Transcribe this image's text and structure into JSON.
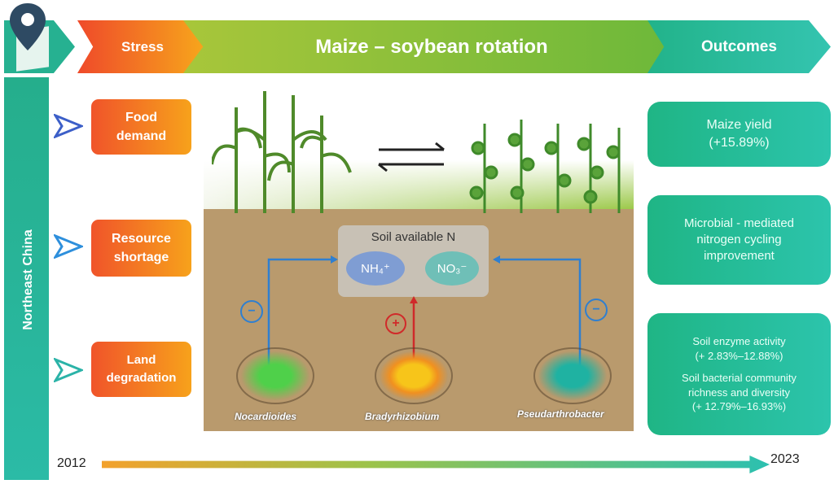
{
  "header": {
    "stress": "Stress",
    "rotation": "Maize – soybean rotation",
    "outcomes": "Outcomes"
  },
  "region": "Northeast China",
  "stressors": [
    {
      "line1": "Food",
      "line2": "demand"
    },
    {
      "line1": "Resource",
      "line2": "shortage"
    },
    {
      "line1": "Land",
      "line2": "degradation"
    }
  ],
  "center": {
    "soil_title": "Soil available N",
    "nh4": "NH₄⁺",
    "no3": "NO₃⁻",
    "minus": "−",
    "plus": "+",
    "microbes": [
      "Nocardioides",
      "Bradyrhizobium",
      "Pseudarthrobacter"
    ]
  },
  "outcomes": [
    {
      "line1": "Maize yield",
      "line2": "(+15.89%)"
    },
    {
      "line1": "Microbial - mediated",
      "line2": "nitrogen cycling",
      "line3": "improvement"
    },
    {
      "a1": "Soil enzyme activity",
      "a2": "(+ 2.83%–12.88%)",
      "b1": "Soil bacterial community",
      "b2": "richness and diversity",
      "b3": "(+ 12.79%–16.93%)"
    }
  ],
  "timeline": {
    "start": "2012",
    "end": "2023"
  },
  "colors": {
    "orange": "#f36b22",
    "green": "#7cb82f",
    "teal": "#21b08d"
  }
}
